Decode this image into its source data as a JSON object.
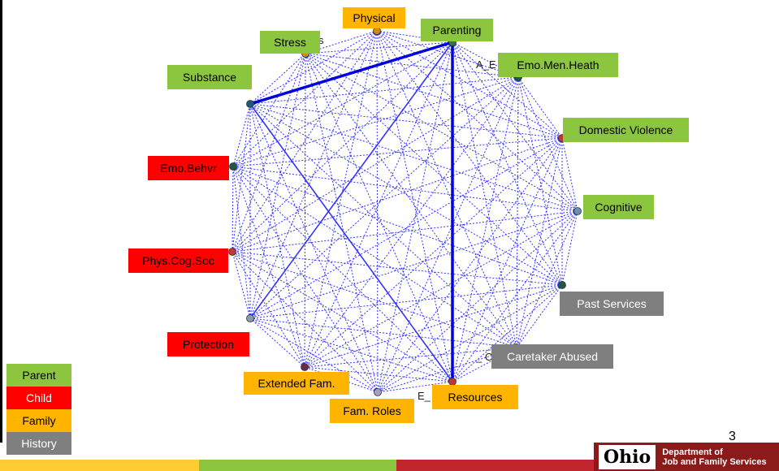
{
  "colors": {
    "parent": "#8cc63f",
    "child": "#ff0000",
    "family": "#ffb400",
    "history": "#7f7f7f",
    "edge": "#3333ff",
    "edge_strong": "#0000dd"
  },
  "nodes": [
    {
      "id": "physical",
      "label": "Physical",
      "category": "family"
    },
    {
      "id": "parenting",
      "label": "Parenting",
      "category": "parent"
    },
    {
      "id": "emo_men_heath",
      "label": "Emo.Men.Heath",
      "category": "parent"
    },
    {
      "id": "domestic_violence",
      "label": "Domestic Violence",
      "category": "parent"
    },
    {
      "id": "cognitive",
      "label": "Cognitive",
      "category": "parent"
    },
    {
      "id": "past_services",
      "label": "Past Services",
      "category": "history"
    },
    {
      "id": "caretaker_abused",
      "label": "Caretaker Abused",
      "category": "history"
    },
    {
      "id": "resources",
      "label": "Resources",
      "category": "family"
    },
    {
      "id": "fam_roles",
      "label": "Fam. Roles",
      "category": "family"
    },
    {
      "id": "extended_fam",
      "label": "Extended Fam.",
      "category": "family"
    },
    {
      "id": "protection",
      "label": "Protection",
      "category": "child"
    },
    {
      "id": "phys_cog_soc",
      "label": "Phys.Cog.Soc",
      "category": "child"
    },
    {
      "id": "emo_behvr",
      "label": "Emo.Behvr",
      "category": "child"
    },
    {
      "id": "substance",
      "label": "Substance",
      "category": "parent"
    },
    {
      "id": "stress",
      "label": "Stress",
      "category": "parent"
    }
  ],
  "strong_edges": [
    {
      "from": "parenting",
      "to": "substance"
    },
    {
      "from": "parenting",
      "to": "resources"
    }
  ],
  "medium_edges": [
    {
      "from": "substance",
      "to": "resources"
    },
    {
      "from": "parenting",
      "to": "protection"
    }
  ],
  "stray_text": {
    "stress_suffix": "s",
    "emo_prefix": "A_E",
    "res_prefix": "E_",
    "care_prefix": "_ C"
  },
  "legend": [
    {
      "label": "Parent",
      "category": "parent"
    },
    {
      "label": "Child",
      "category": "child"
    },
    {
      "label": "Family",
      "category": "family"
    },
    {
      "label": "History",
      "category": "history"
    }
  ],
  "page_number": "3",
  "logo": {
    "word": "Ohio",
    "line1": "Department of",
    "line2": "Job and Family Services"
  }
}
